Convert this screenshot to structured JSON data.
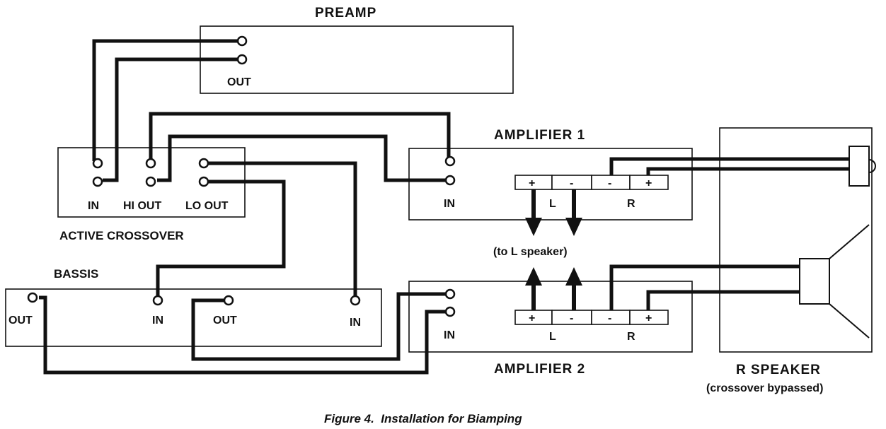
{
  "preamp": {
    "title": "PREAMP",
    "out_label": "OUT"
  },
  "crossover": {
    "title": "ACTIVE CROSSOVER",
    "in_label": "IN",
    "hi_out_label": "HI OUT",
    "lo_out_label": "LO OUT"
  },
  "amp1": {
    "title": "AMPLIFIER 1",
    "in_label": "IN",
    "terminals": [
      "+",
      "-",
      "-",
      "+"
    ],
    "left_label": "L",
    "right_label": "R"
  },
  "amp2": {
    "title": "AMPLIFIER 2",
    "in_label": "IN",
    "terminals": [
      "+",
      "-",
      "-",
      "+"
    ],
    "left_label": "L",
    "right_label": "R"
  },
  "bassis": {
    "title": "BASSIS",
    "out_left_label": "OUT",
    "in_label": "IN",
    "out_right_label": "OUT",
    "in_right_label": "IN"
  },
  "speaker": {
    "title": "R SPEAKER",
    "subtitle": "(crossover bypassed)"
  },
  "to_left_speaker": "(to L speaker)",
  "caption": "Figure 4.  Installation for Biamping"
}
